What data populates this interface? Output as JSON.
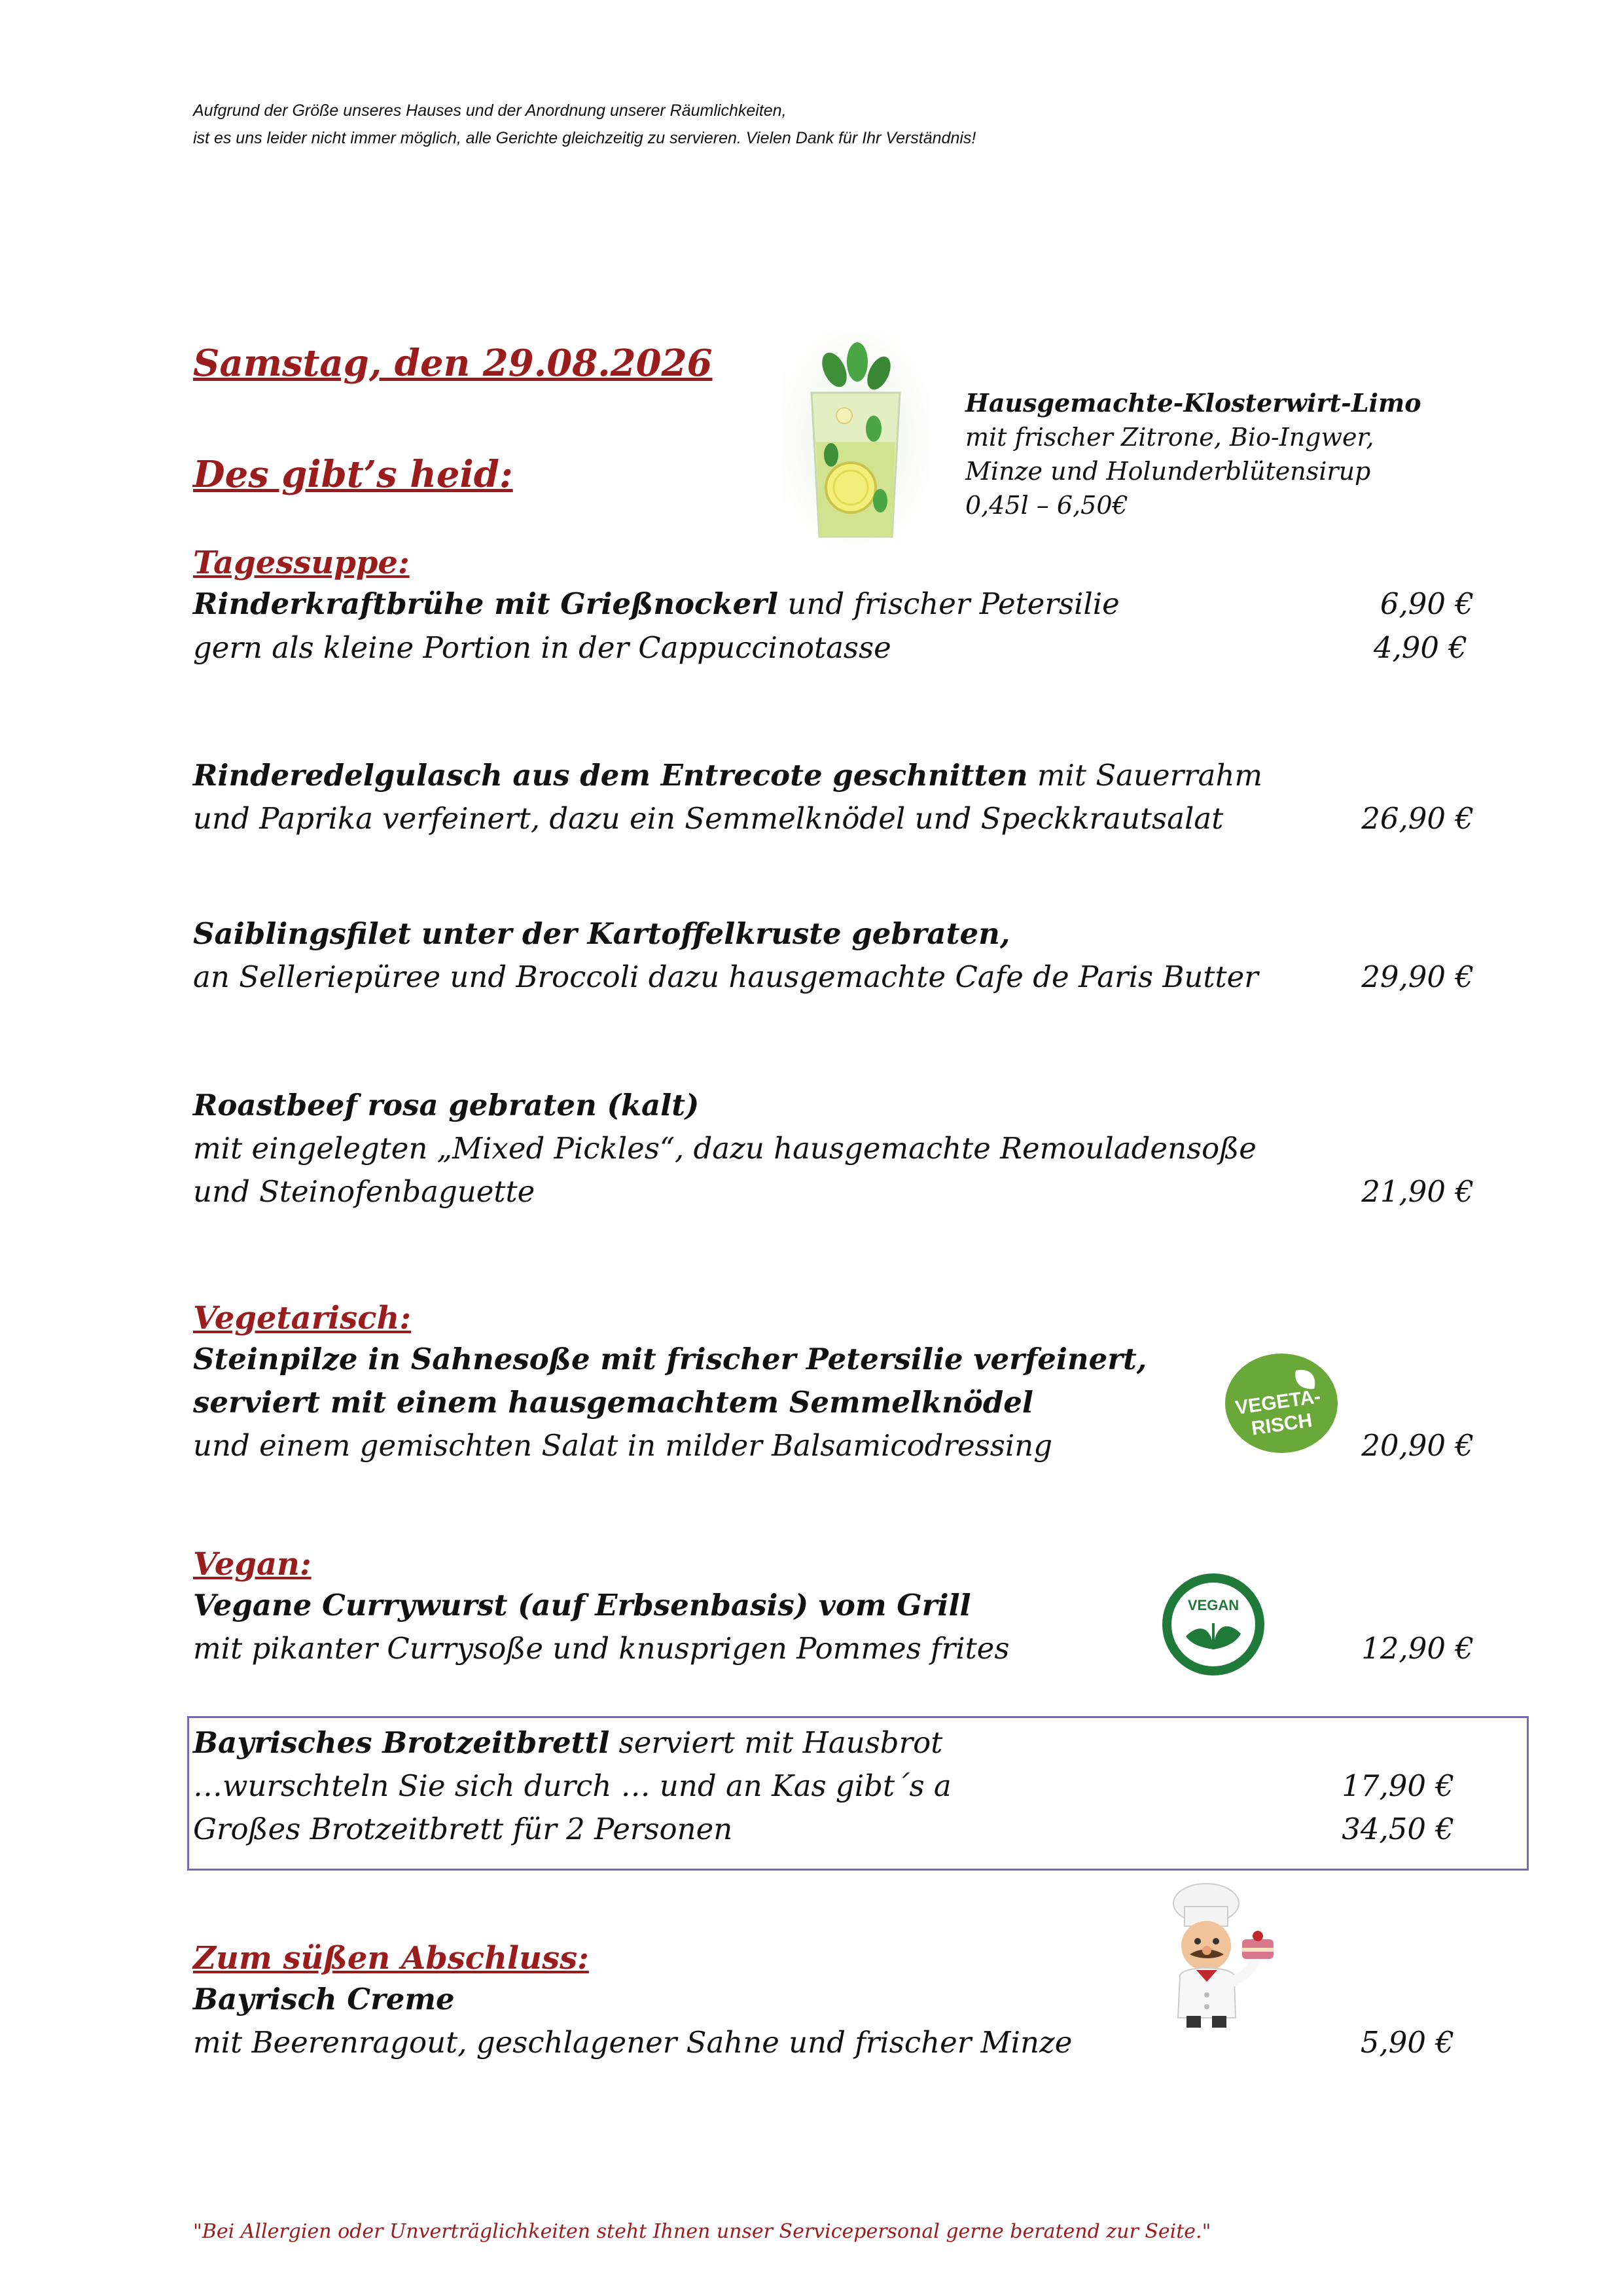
{
  "notice": {
    "line1": "Aufgrund der Größe unseres Hauses und der Anordnung unserer Räumlichkeiten,",
    "line2": "ist es uns leider nicht immer möglich, alle Gerichte gleichzeitig zu servieren.  Vielen Dank für Ihr Verständnis!"
  },
  "date_heading": "Samstag, den 29.08.2026",
  "subheading": "Des gibt’s heid:",
  "drink": {
    "icon": "lemonade-glass-icon",
    "title": "Hausgemachte-Klosterwirt-Limo",
    "desc1": "mit frischer Zitrone, Bio-Ingwer,",
    "desc2": "Minze und Holunderblütensirup",
    "price": "0,45l – 6,50€"
  },
  "soup": {
    "section": "Tagessuppe:",
    "name_bold": "Rinderkraftbrühe mit Grießnockerl",
    "name_rest": " und frischer Petersilie",
    "price": "6,90 €",
    "small": "gern als kleine Portion in der Cappuccinotasse",
    "small_price": "4,90 €"
  },
  "dish1": {
    "bold": "Rinderedelgulasch aus dem Entrecote geschnitten",
    "rest": " mit Sauerrahm",
    "line2": " und Paprika  verfeinert, dazu ein Semmelknödel und Speckkrautsalat",
    "price": "26,90 €"
  },
  "dish2": {
    "bold": "Saiblingsfilet unter der Kartoffelkruste gebraten,",
    "line2": "an Selleriepüree und Broccoli dazu hausgemachte Cafe de Paris Butter",
    "price": "29,90 €"
  },
  "dish3": {
    "bold": "Roastbeef rosa gebraten (kalt)",
    "line2": "mit eingelegten „Mixed Pickles“, dazu hausgemachte Remouladensoße",
    "line3": "und Steinofenbaguette",
    "price": "21,90 €"
  },
  "vegetarian": {
    "section": "Vegetarisch:",
    "bold1": "Steinpilze in Sahnesoße mit frischer Petersilie verfeinert,",
    "bold2": "serviert mit einem hausgemachtem Semmelknödel",
    "line3": "und einem gemischten Salat in milder Balsamicodressing",
    "price": "20,90 €",
    "badge_line1": "VEGETA-",
    "badge_line2": "RISCH",
    "badge_color": "#6aa83a"
  },
  "vegan": {
    "section": "Vegan:",
    "bold": "Vegane Currywurst (auf Erbsenbasis) vom Grill",
    "line2": "mit pikanter Currysoße und knusprigen Pommes frites",
    "price": "12,90 €",
    "badge_text": "VEGAN",
    "badge_color": "#1f7a3a"
  },
  "brotzeit": {
    "bold": "Bayrisches Brotzeitbrettl",
    "rest": " serviert mit Hausbrot",
    "line2": "…wurschteln Sie sich durch … und an Kas gibt´s a",
    "price1": "17,90 €",
    "line3": "Großes Brotzeitbrett für 2 Personen",
    "price2": "34,50 €"
  },
  "dessert": {
    "section": "Zum süßen Abschluss:",
    "bold": "Bayrisch Creme",
    "line2": "mit Beerenragout, geschlagener Sahne und frischer Minze",
    "price": "5,90 €",
    "icon": "chef-with-cake-icon"
  },
  "footer": "\"Bei Allergien oder Unverträglichkeiten steht Ihnen unser Servicepersonal gerne beratend zur Seite.\"",
  "colors": {
    "accent": "#9b1c1c",
    "box_border": "#7b68b5"
  }
}
